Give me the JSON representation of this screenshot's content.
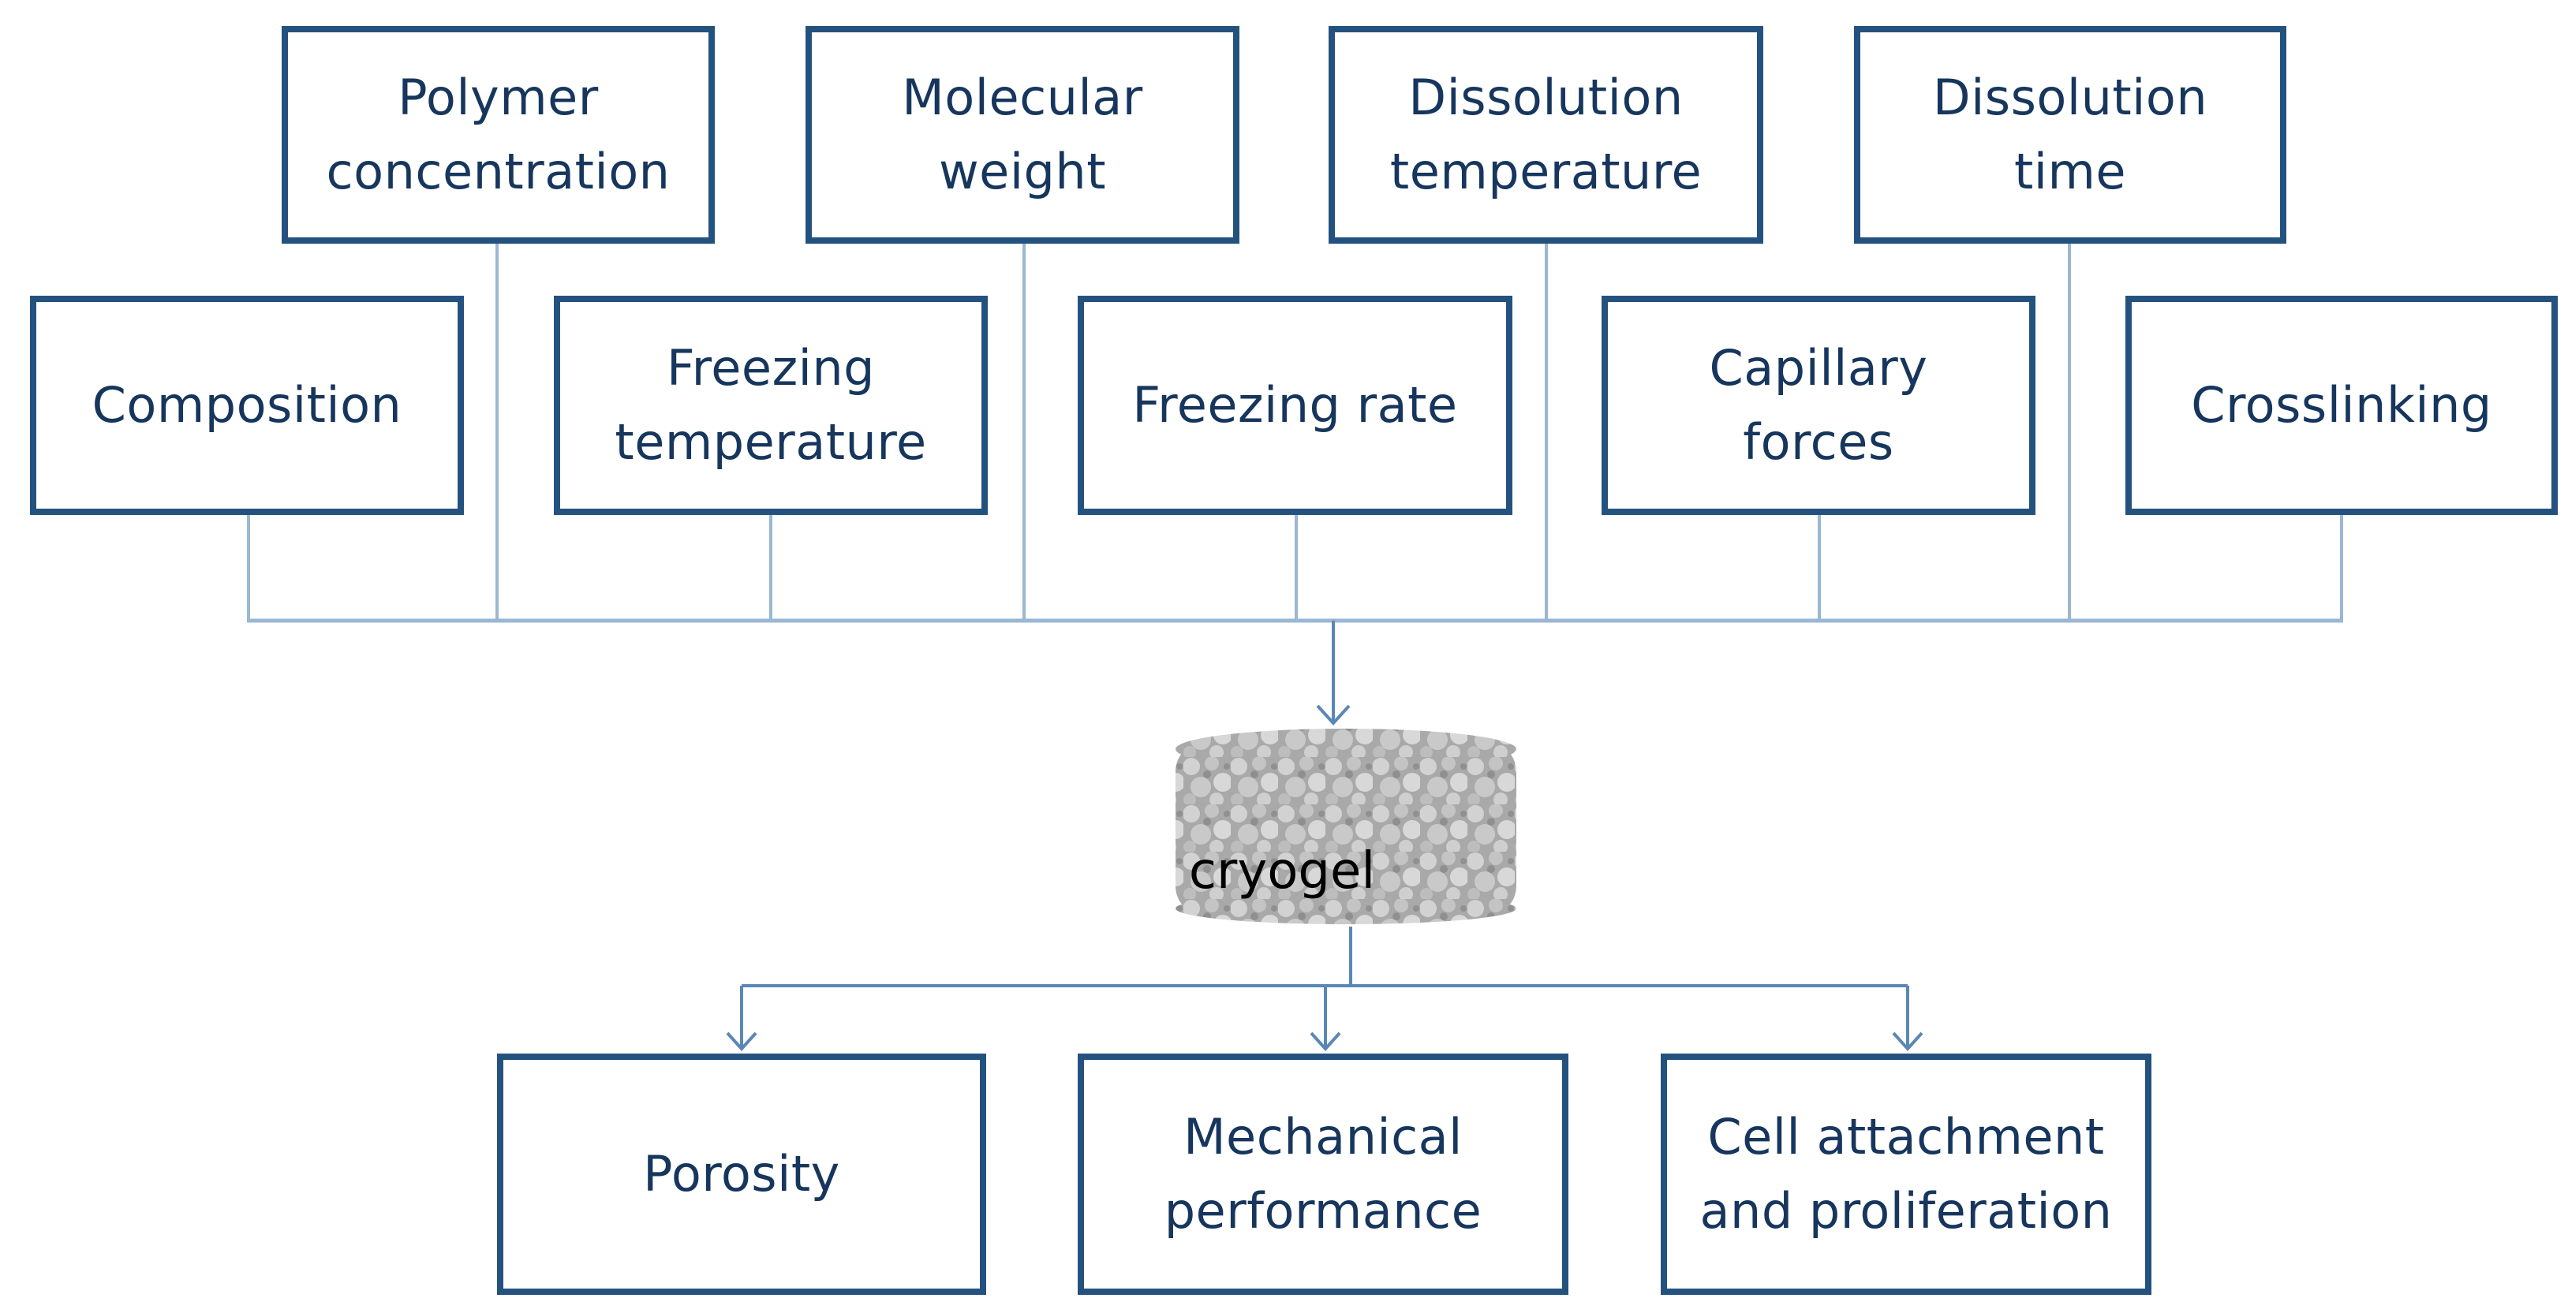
{
  "diagram": {
    "factors_top": [
      "Polymer\nconcentration",
      "Molecular\nweight",
      "Dissolution\ntemperature",
      "Dissolution\ntime"
    ],
    "factors_bottom": [
      "Composition",
      "Freezing\ntemperature",
      "Freezing rate",
      "Capillary\nforces",
      "Crosslinking"
    ],
    "center": {
      "label": "cryogel"
    },
    "outcomes": [
      "Porosity",
      "Mechanical\nperformance",
      "Cell attachment\nand proliferation"
    ]
  },
  "colors": {
    "box_border": "#24527f",
    "box_text": "#17365d",
    "connector": "#9ab7d3",
    "arrow": "#5b87b6",
    "cryogel_fill": "#b5b5b5"
  }
}
